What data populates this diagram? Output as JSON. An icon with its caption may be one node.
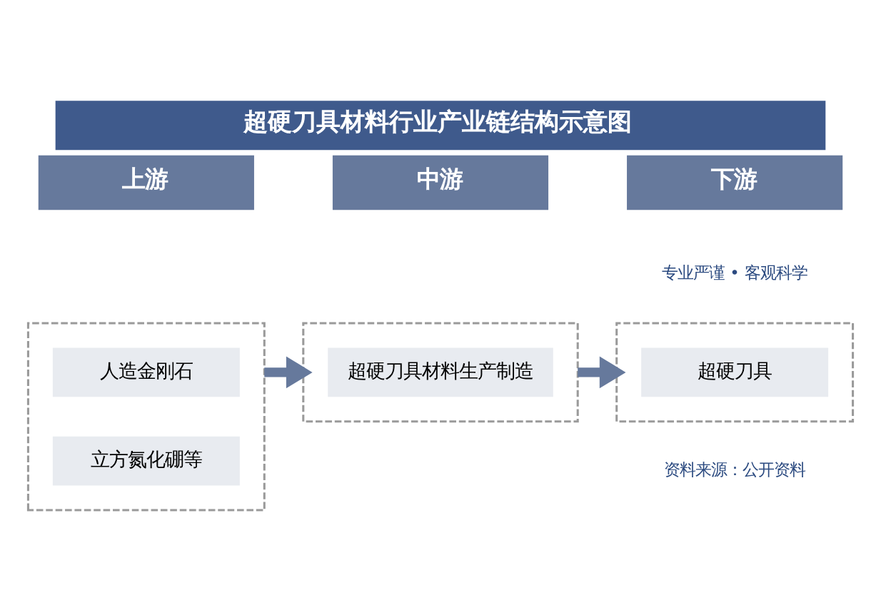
{
  "diagram": {
    "title": "超硬刀具材料行业产业链结构示意图",
    "nodes": [
      {
        "text": [
          "上游"
        ]
      },
      {
        "text": [
          "中游"
        ]
      },
      {
        "text": [
          "下游"
        ]
      },
      {
        "text": [],
        "shape": "box"
      },
      {
        "text": [
          "人造金刚石"
        ],
        "in": 3
      },
      {
        "text": [
          "立方氮化硼等"
        ],
        "in": 3
      },
      {
        "text": [],
        "shape": "box"
      },
      {
        "text": [
          "超硬刀具材料生产制造"
        ],
        "in": 6
      },
      {
        "text": [],
        "shape": "box"
      },
      {
        "text": [
          "超硬刀具"
        ],
        "in": 8
      }
    ],
    "edges": [
      {
        "from": 3,
        "to": 6,
        "arrow": "to"
      },
      {
        "from": 6,
        "to": 8,
        "arrow": "to"
      }
    ],
    "labels": [
      "专业严谨 • 客观科学",
      "资料来源：公开资料"
    ]
  }
}
